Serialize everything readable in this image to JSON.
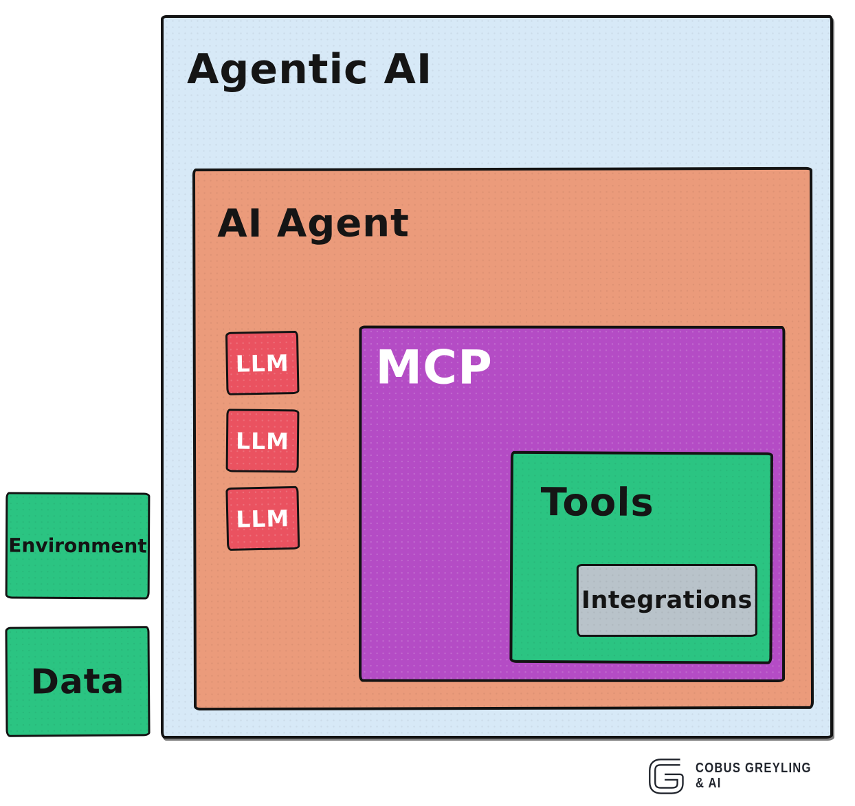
{
  "diagram": {
    "agentic": {
      "label": "Agentic AI",
      "fill": "#d7e9f7"
    },
    "agent": {
      "label": "AI Agent",
      "fill": "#eb9b7b"
    },
    "llm_boxes": [
      {
        "label": "LLM"
      },
      {
        "label": "LLM"
      },
      {
        "label": "LLM"
      }
    ],
    "llm_fill": "#ea5260",
    "mcp": {
      "label": "MCP",
      "fill": "#b44cc5"
    },
    "tools": {
      "label": "Tools",
      "fill": "#2bc482"
    },
    "integrations": {
      "label": "Integrations",
      "fill": "#b9c3ca"
    },
    "environment": {
      "label": "Environment",
      "fill": "#2bc482"
    },
    "data": {
      "label": "Data",
      "fill": "#2bc482"
    },
    "border_color": "#131313"
  },
  "branding": {
    "line1": "COBUS GREYLING",
    "line2": "& AI",
    "logo_icon": "g-monogram-icon",
    "text_color": "#20242c"
  }
}
